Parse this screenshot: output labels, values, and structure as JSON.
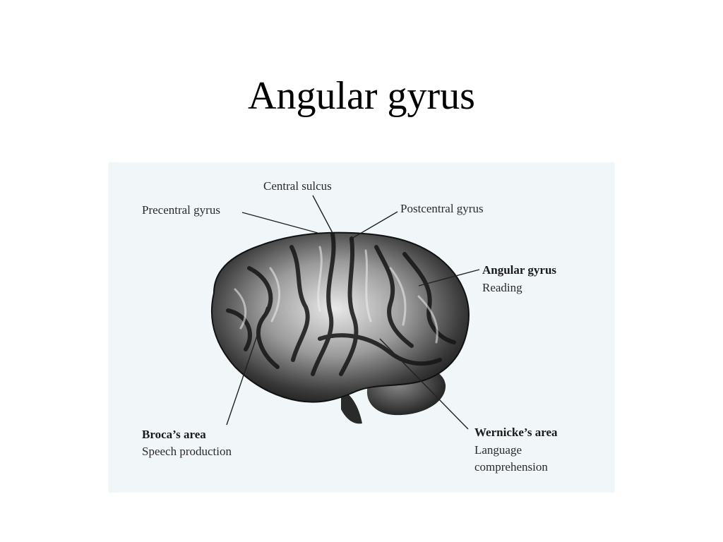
{
  "slide": {
    "title": "Angular gyrus"
  },
  "figure": {
    "labels": {
      "central_sulcus": "Central sulcus",
      "precentral_gyrus": "Precentral gyrus",
      "postcentral_gyrus": "Postcentral gyrus",
      "angular_gyrus": "Angular gyrus",
      "angular_gyrus_function": "Reading",
      "brocas_area": "Broca’s area",
      "brocas_area_function": "Speech production",
      "wernickes_area": "Wernicke’s area",
      "wernickes_area_function_line1": "Language",
      "wernickes_area_function_line2": "comprehension"
    },
    "colors": {
      "background": "#f1f6f9",
      "brain_dark": "#1c1c1c",
      "brain_light": "#c9c9c9"
    }
  }
}
